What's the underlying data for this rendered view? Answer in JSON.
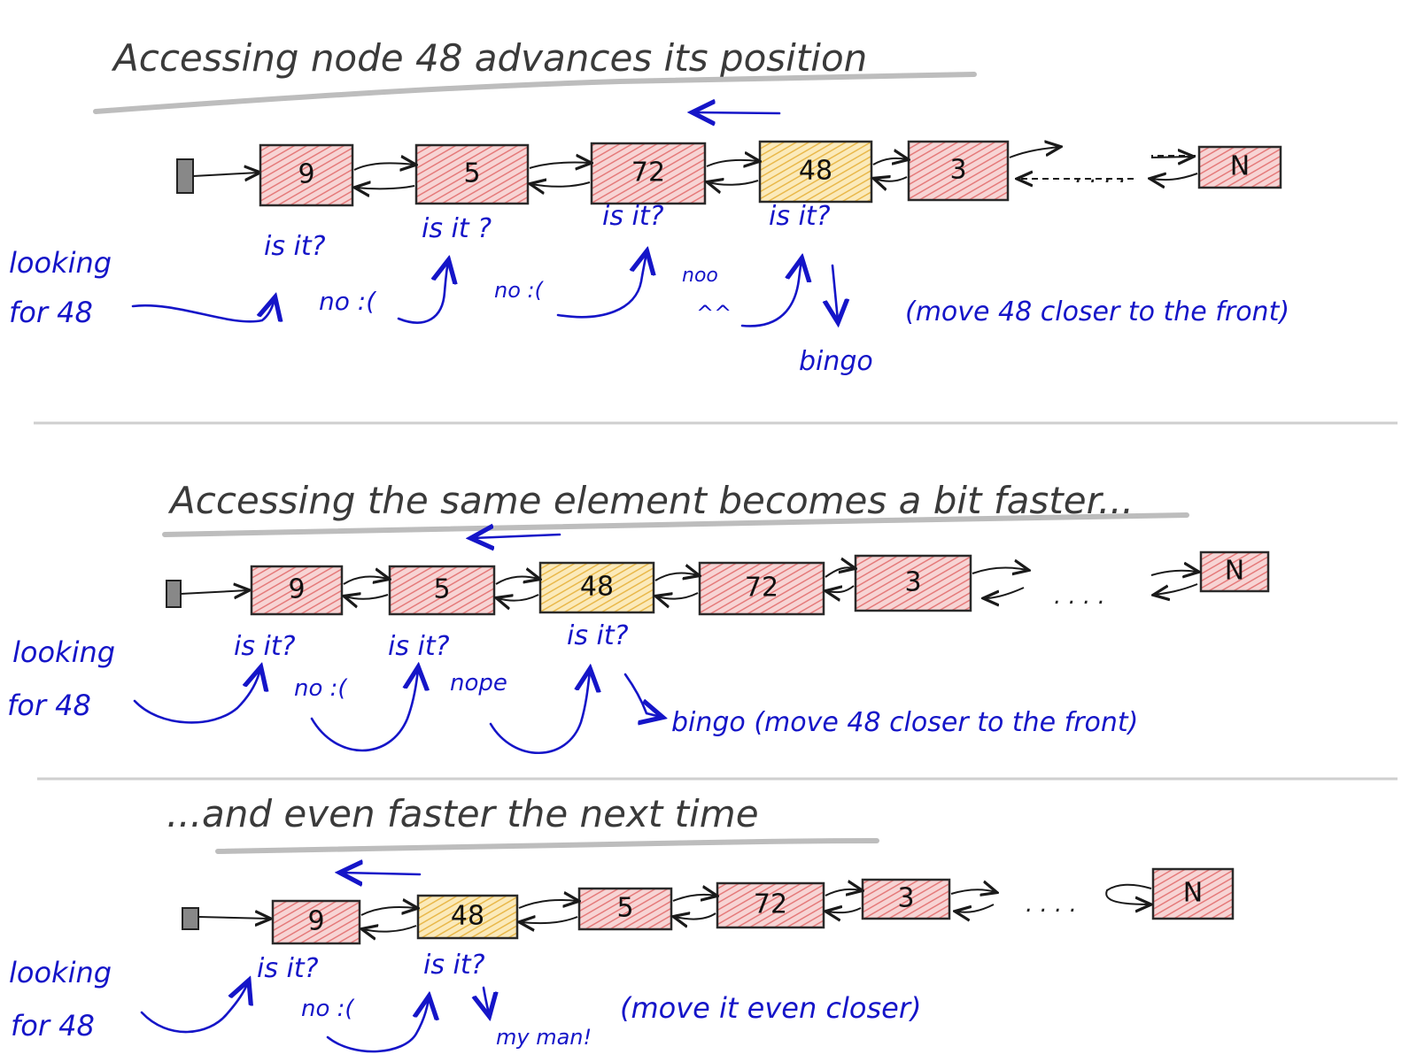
{
  "panels": [
    {
      "title": "Accessing node 48 advances its position",
      "nodes": [
        "9",
        "5",
        "72",
        "48",
        "3",
        "N"
      ],
      "questions": [
        "is it?",
        "is it ?",
        "is it?",
        "is it?"
      ],
      "replies": [
        "no :(",
        "no :(",
        "noo",
        "^^",
        "bingo"
      ],
      "looking_for": [
        "looking",
        "for 48"
      ],
      "remark": "(move 48 closer to the front)"
    },
    {
      "title": "Accessing the same element becomes a bit faster...",
      "nodes": [
        "9",
        "5",
        "48",
        "72",
        "3",
        "N"
      ],
      "questions": [
        "is it?",
        "is it?",
        "is it?"
      ],
      "replies": [
        "no :(",
        "nope"
      ],
      "looking_for": [
        "looking",
        "for 48"
      ],
      "remark": "bingo (move 48 closer to the front)"
    },
    {
      "title": "...and even faster the next time",
      "nodes": [
        "9",
        "48",
        "5",
        "72",
        "3",
        "N"
      ],
      "questions": [
        "is it?",
        "is it?"
      ],
      "replies": [
        "no :(",
        "my man!"
      ],
      "looking_for": [
        "looking",
        "for 48"
      ],
      "remark": "(move it even closer)"
    }
  ],
  "colors": {
    "node_fill": "#f3b3b3",
    "found_fill": "#f5d98a",
    "annotation": "#1515c8",
    "title": "#3a3a3a"
  },
  "ellipsis": ". . . ."
}
